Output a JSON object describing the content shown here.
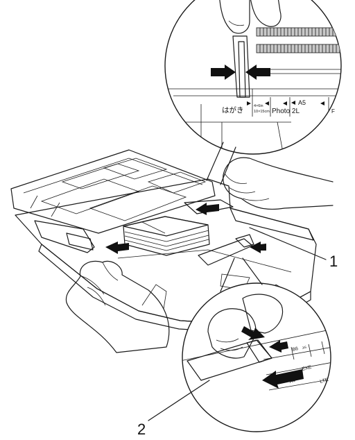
{
  "diagram": {
    "callouts": [
      {
        "id": "1",
        "label": "1"
      },
      {
        "id": "2",
        "label": "2"
      }
    ],
    "scale_labels_top": {
      "hagaki": "はがき",
      "size_4x6_in": "4×6in",
      "size_10x15_cm": "10×15cm",
      "photo_2l": "Photo 2L",
      "a5": "A5",
      "f_mark": "F"
    },
    "scale_labels_bottom": {
      "b6": "B6",
      "b6_sub": "JIS",
      "exe": "EXE",
      "ltr": "LTR",
      "a4": "A4"
    },
    "colors": {
      "tray": "#ededed",
      "guide": "#8e8e8e",
      "paper": "#d6d6d6",
      "arrow": "#111111",
      "outline": "#1a1a1a"
    },
    "icons": [
      "push-arrow-icon",
      "slide-arrow-icon"
    ]
  }
}
